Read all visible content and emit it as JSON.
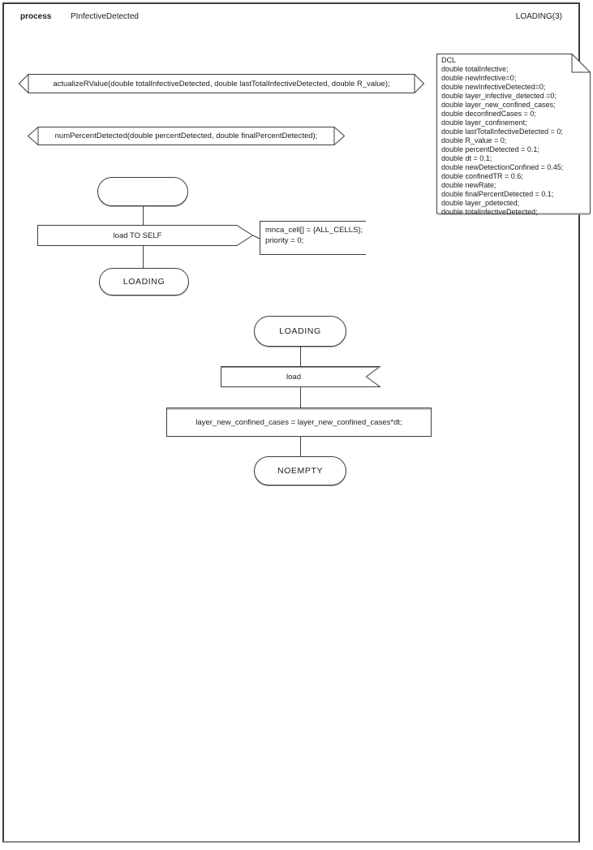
{
  "header": {
    "kind_label": "process",
    "process_name": "PInfectiveDetected",
    "page_label": "LOADING(3)"
  },
  "procedures": [
    {
      "signature": "actualizeRValue(double totalInfectiveDetected, double lastTotalInfectiveDetected, double R_value);"
    },
    {
      "signature": "numPercentDetected(double percentDetected, double finalPercentDetected);"
    }
  ],
  "dcl": {
    "lines": [
      "DCL",
      "double totalInfective;",
      "double newInfective=0;",
      "double newInfectiveDetected=0;",
      "double layer_infective_detected =0;",
      "double layer_new_confined_cases;",
      "double deconfinedCases = 0;",
      "double layer_confinement;",
      "double lastTotalInfectiveDetected = 0;",
      "double R_value = 0;",
      "double percentDetected = 0.1;",
      "double dt = 0.1;",
      "double newDetectionConfined = 0.45;",
      "double confinedTR = 0.6;",
      "double newRate;",
      "double finalPercentDetected = 0.1;",
      "double layer_pdetected;",
      "double totalInfectiveDetected;"
    ]
  },
  "start_flow": {
    "output_label": "load TO SELF",
    "comment_lines": [
      "mnca_cell[] = {ALL_CELLS};",
      "priority = 0;"
    ],
    "next_state": "LOADING"
  },
  "loading_flow": {
    "state": "LOADING",
    "input_label": "load",
    "task": "layer_new_confined_cases = layer_new_confined_cases*dt;",
    "next_state": "NOEMPTY"
  },
  "colors": {
    "line": "#3d3d3d",
    "background": "#ffffff"
  }
}
